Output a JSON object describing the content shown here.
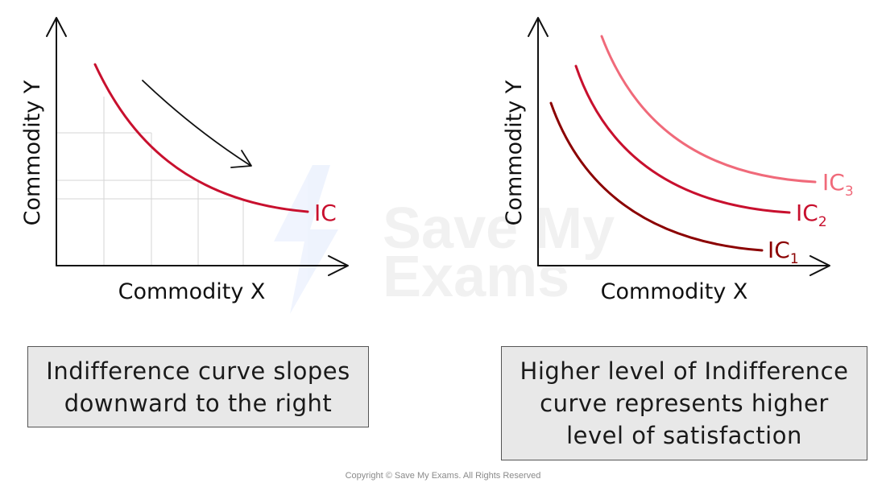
{
  "left_diagram": {
    "y_axis_label": "Commodity Y",
    "x_axis_label": "Commodity X",
    "curve_label": "IC",
    "curve_color": "#c8102e"
  },
  "right_diagram": {
    "y_axis_label": "Commodity Y",
    "x_axis_label": "Commodity X",
    "curves": [
      {
        "base": "IC",
        "sub": "1",
        "color": "#8b0000"
      },
      {
        "base": "IC",
        "sub": "2",
        "color": "#c8102e"
      },
      {
        "base": "IC",
        "sub": "3",
        "color": "#f06a7a"
      }
    ]
  },
  "captions": {
    "left": [
      "Indifference curve slopes",
      "downward to the right"
    ],
    "right": [
      "Higher level of Indifference",
      "curve represents higher",
      "level of satisfaction"
    ]
  },
  "watermark": {
    "line1": "Save My",
    "line2": "Exams"
  },
  "copyright": "Copyright © Save My Exams. All Rights Reserved"
}
